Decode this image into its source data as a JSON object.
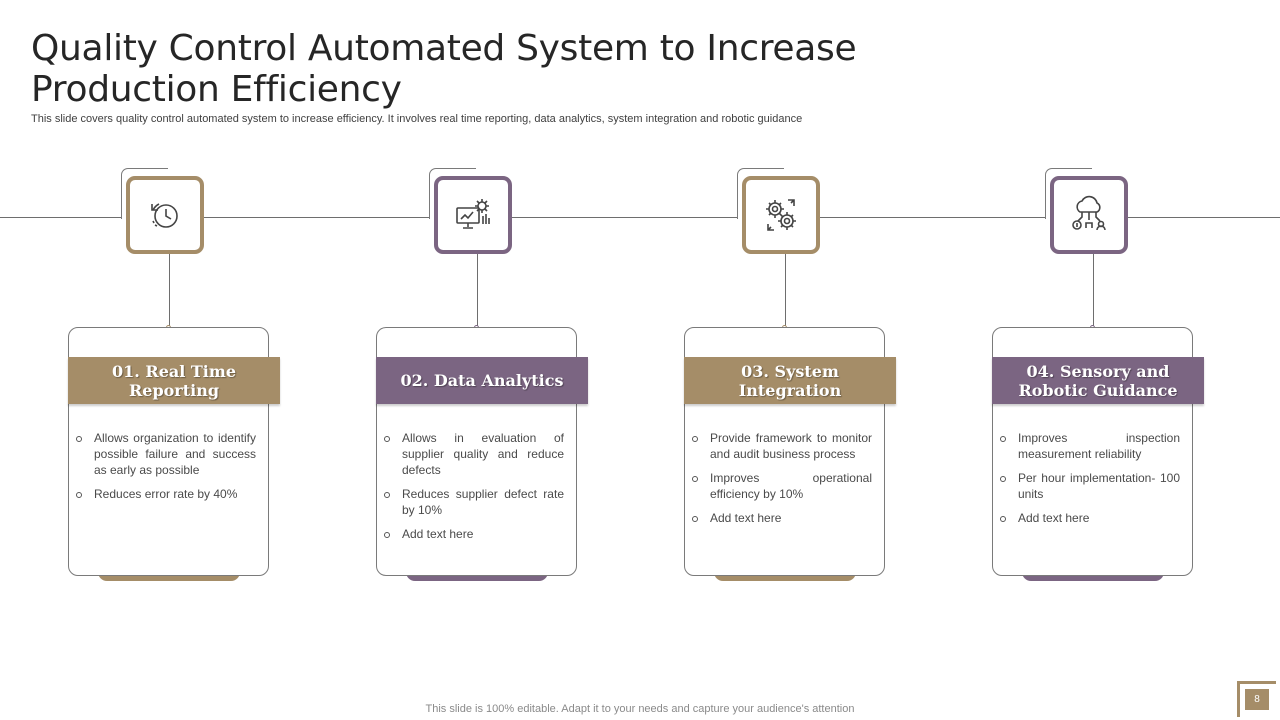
{
  "title": "Quality Control Automated System to Increase Production Efficiency",
  "subtitle": "This slide covers quality control automated system to increase efficiency. It involves real time reporting, data analytics, system integration and robotic guidance",
  "steps": [
    {
      "title": "01. Real Time Reporting",
      "icon": "clock-refresh-icon",
      "bullets": [
        "Allows organization to identify possible failure and success as early as possible",
        "Reduces error rate by 40%"
      ]
    },
    {
      "title": "02. Data Analytics",
      "icon": "monitor-gear-icon",
      "bullets": [
        "Allows in evaluation of supplier quality and reduce defects",
        "Reduces supplier defect rate by 10%",
        "Add text here"
      ]
    },
    {
      "title": "03. System Integration",
      "icon": "gears-sync-icon",
      "bullets": [
        "Provide framework to monitor and audit business process",
        "Improves operational efficiency by 10%",
        "Add text here"
      ]
    },
    {
      "title": "04. Sensory and Robotic Guidance",
      "icon": "cloud-network-icon",
      "bullets": [
        "Improves inspection measurement reliability",
        "Per hour implementation- 100 units",
        "Add text here"
      ]
    }
  ],
  "footer": "This slide is 100% editable. Adapt it to your needs and capture your audience's attention",
  "page_number": "8",
  "colors": {
    "tan": "#a58d68",
    "purple": "#7b6582"
  }
}
